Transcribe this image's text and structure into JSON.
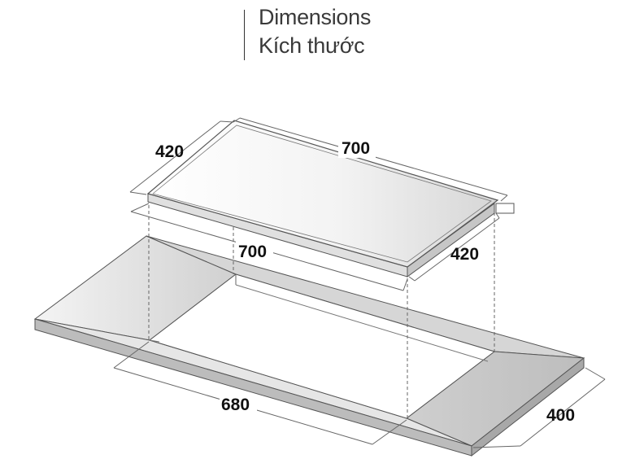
{
  "header": {
    "title_en": "Dimensions",
    "title_vi": "Kích thước"
  },
  "dimensions": {
    "hob_depth": "420",
    "hob_width": "700",
    "cutout_width": "700",
    "cutout_depth": "420",
    "counter_width": "680",
    "counter_depth": "400"
  },
  "colors": {
    "line": "#555555",
    "dim_text": "#111111",
    "counter_light": "#f2f2f2",
    "counter_dark": "#c8c8c8",
    "glass_light": "#ffffff",
    "glass_dark": "#d9d9d9"
  }
}
